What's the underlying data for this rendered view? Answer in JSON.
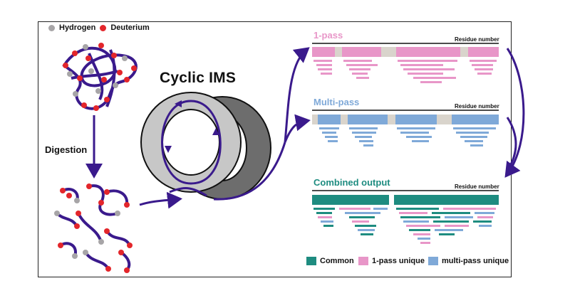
{
  "legend": {
    "hydrogen_label": "Hydrogen",
    "deuterium_label": "Deuterium",
    "hydrogen_color": "#a7a5a7",
    "deuterium_color": "#e3262b"
  },
  "labels": {
    "digestion": "Digestion",
    "cyclic_ims": "Cyclic IMS",
    "one_pass": "1-pass",
    "multi_pass": "Multi-pass",
    "combined": "Combined output",
    "residue_number": "Residue number"
  },
  "key": {
    "common": "Common",
    "one_pass_unique": "1-pass unique",
    "multi_pass_unique": "multi-pass unique"
  },
  "colors": {
    "one_pass": "#e896c8",
    "multi_pass": "#7fa9d8",
    "common": "#1e8c80",
    "backbone": "#3a1a8c",
    "gap": "#d9d4cc"
  }
}
